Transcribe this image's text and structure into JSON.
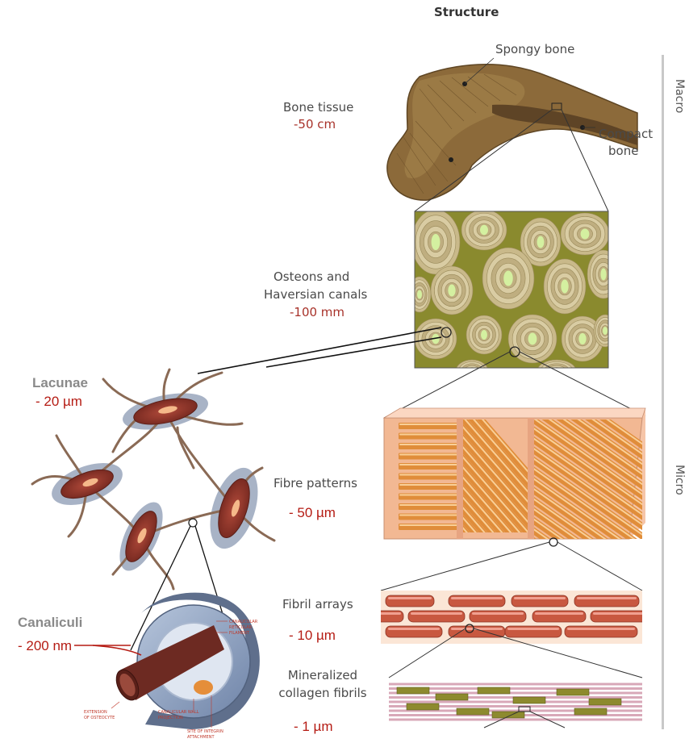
{
  "title": "Structure",
  "scale_labels": {
    "macro": "Macro",
    "micro": "Micro"
  },
  "levels": {
    "bone_tissue": {
      "name": "Bone tissue",
      "size": "-50 cm"
    },
    "spongy": "Spongy bone",
    "compact_1": "Compact",
    "compact_2": "bone",
    "osteons": {
      "name_1": "Osteons and",
      "name_2": "Haversian canals",
      "size": "-100 mm"
    },
    "lacunae": {
      "name": "Lacunae",
      "size": "- 20 µm"
    },
    "fibre": {
      "name": "Fibre patterns",
      "size": "- 50 µm"
    },
    "canaliculi": {
      "name": "Canaliculi",
      "size": "- 200 nm"
    },
    "fibril": {
      "name": "Fibril arrays",
      "size": "- 10 µm"
    },
    "mineralized": {
      "name_1": "Mineralized",
      "name_2": "collagen fibrils",
      "size": "- 1 µm"
    }
  },
  "canaliculus_callouts": [
    "CANALICULAR",
    "RETICULAR",
    "FILAMENT",
    "EXTENSION",
    "OF OSTEOCYTE",
    "CANALICULAR WALL",
    "PROJECTION",
    "SITE OF INTEGRIN",
    "ATTACHMENT"
  ],
  "colors": {
    "red": "#b51c14",
    "olive": "#8a8a2e",
    "peach": "#f6c5a8",
    "orange": "#e59440",
    "brick": "#c85840",
    "bone": "#8c6a3a"
  }
}
